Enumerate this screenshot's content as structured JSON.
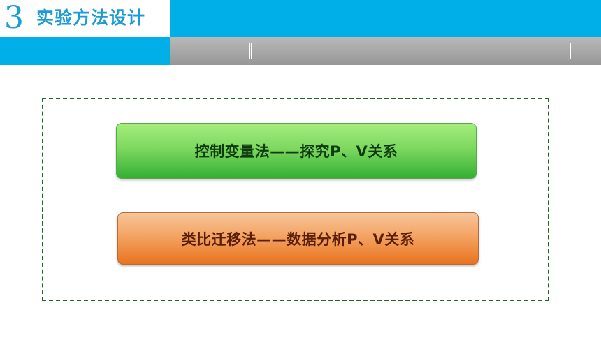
{
  "header": {
    "section_number": "3",
    "section_title": "实验方法设计"
  },
  "methods": [
    {
      "label": "控制变量法——探究P、V关系"
    },
    {
      "label": "类比迁移法——数据分析P、V关系"
    }
  ],
  "colors": {
    "header_blue": "#00aee8",
    "header_gray": "#a8a8a8",
    "title_blue": "#1d9bd4",
    "frame_green": "#1e6a1e",
    "method_green": "#7ed860",
    "method_orange": "#f3a463"
  }
}
